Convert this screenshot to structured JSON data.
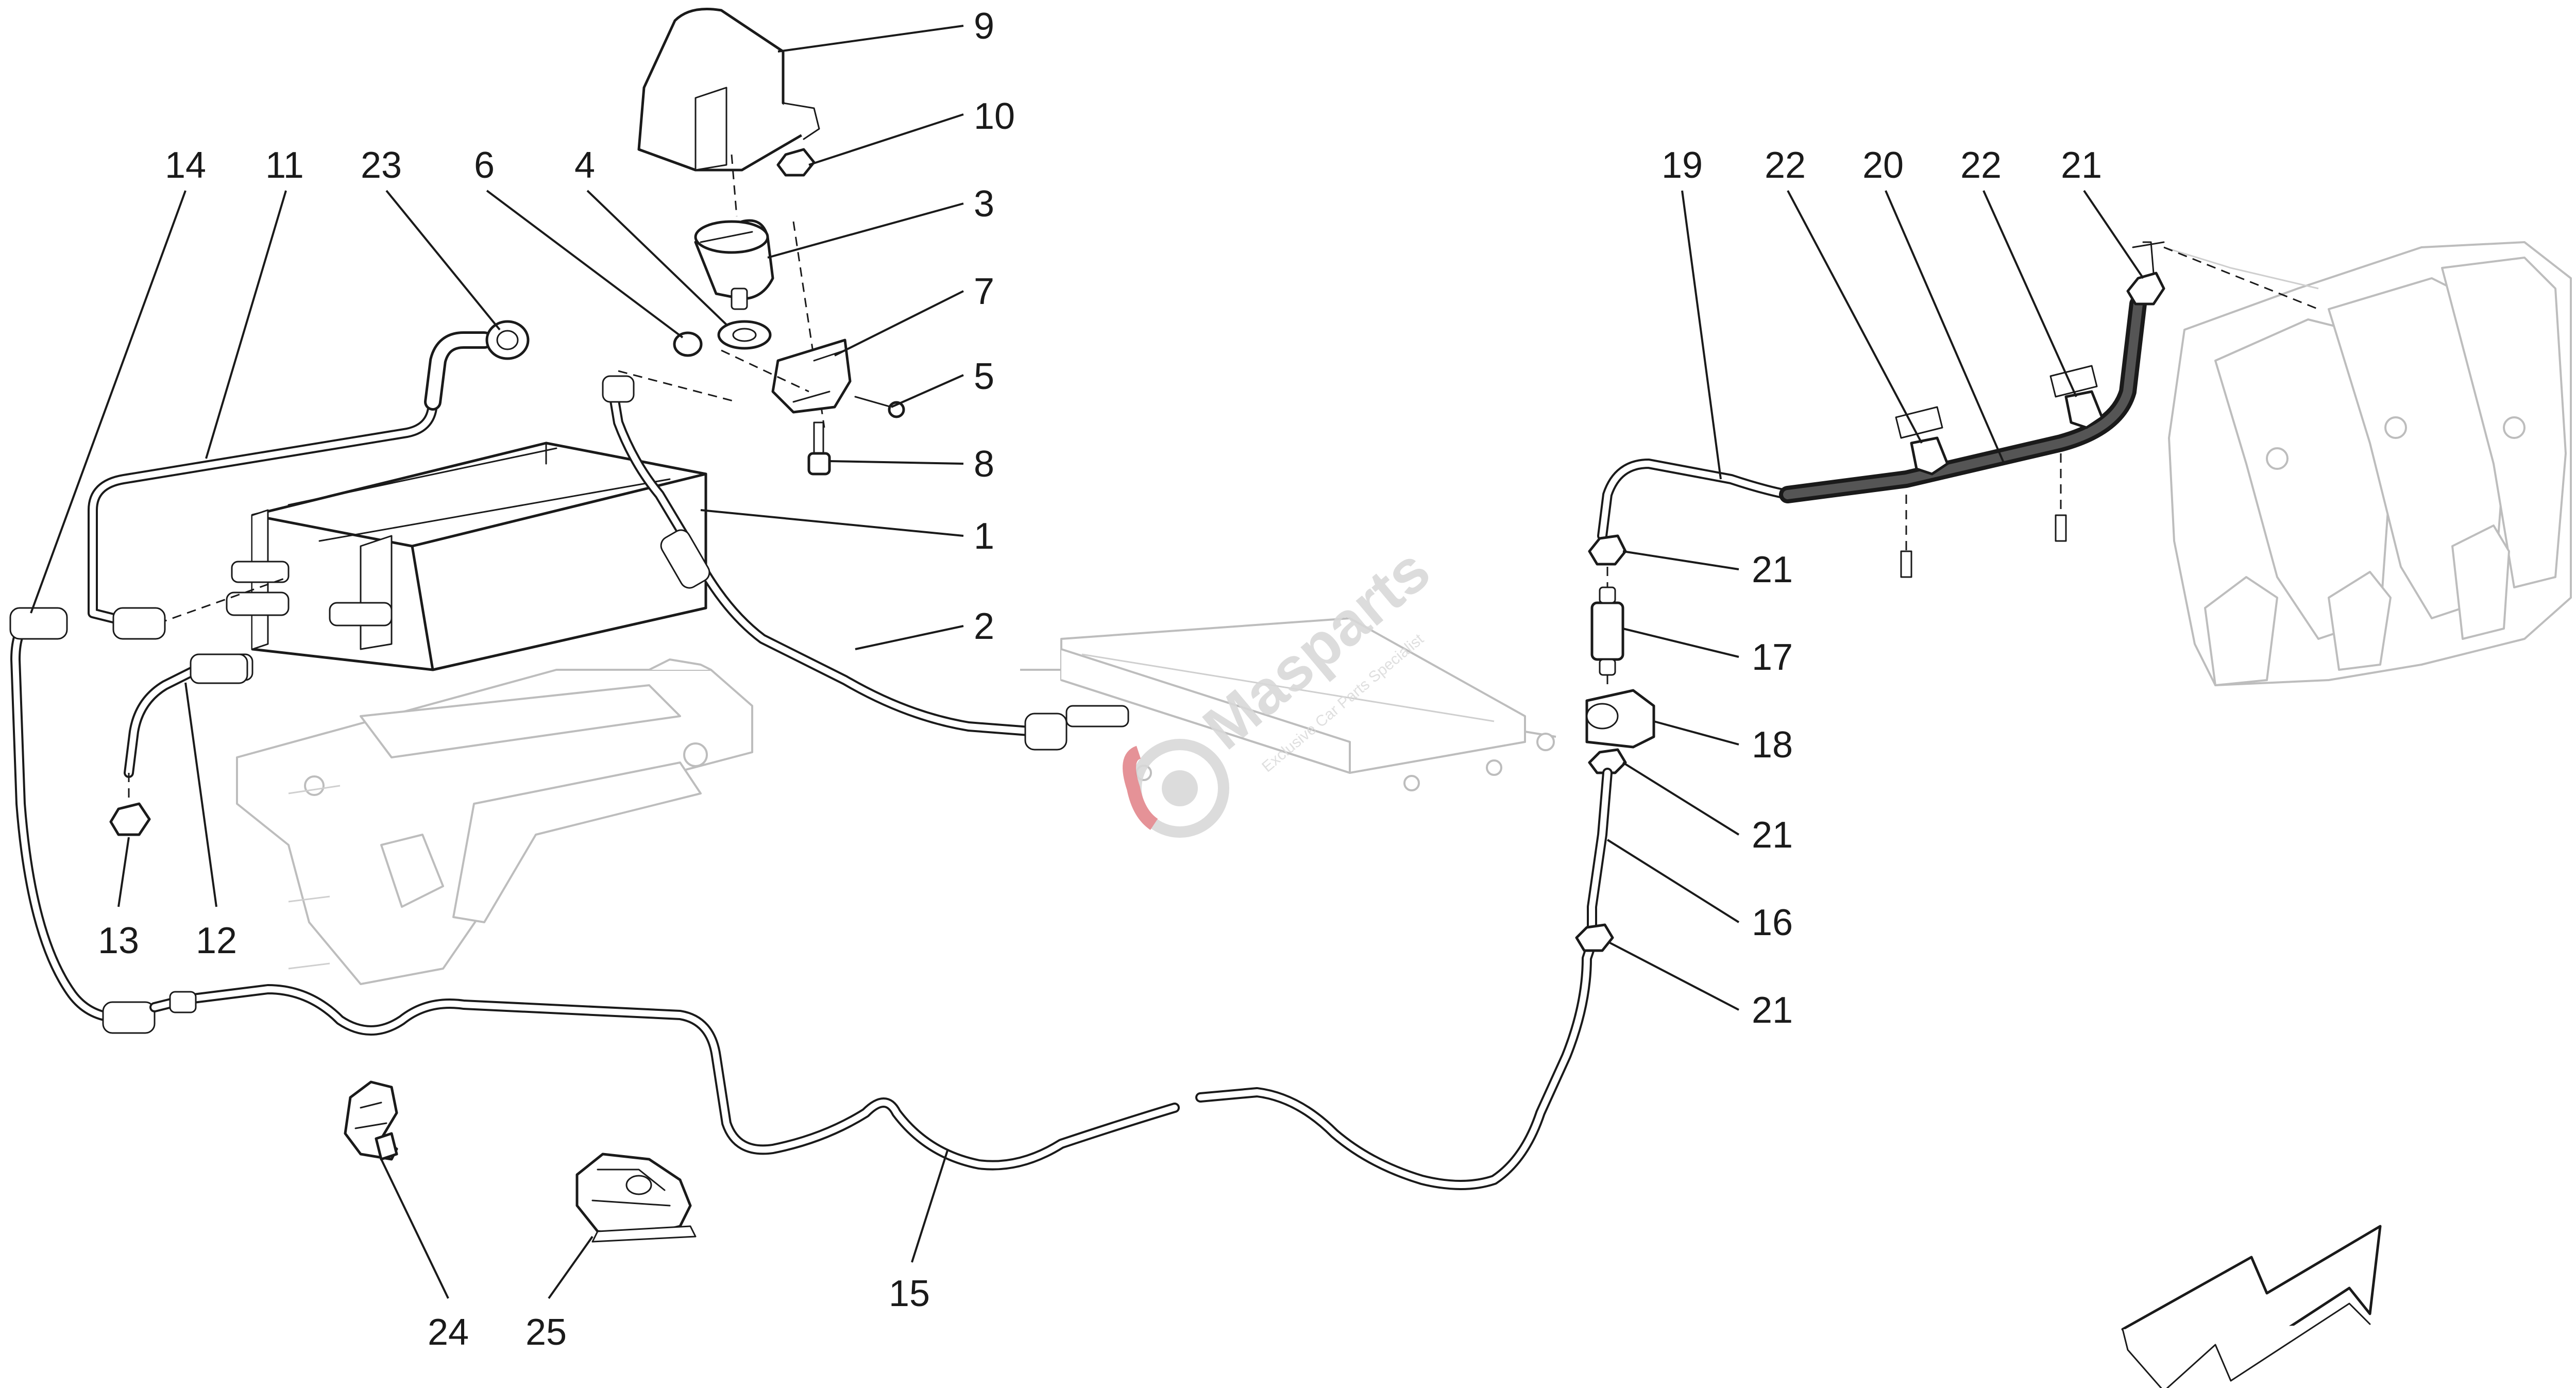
{
  "diagram": {
    "callouts": [
      {
        "id": "9",
        "label": "9"
      },
      {
        "id": "10",
        "label": "10"
      },
      {
        "id": "14",
        "label": "14"
      },
      {
        "id": "11",
        "label": "11"
      },
      {
        "id": "23",
        "label": "23"
      },
      {
        "id": "6",
        "label": "6"
      },
      {
        "id": "4",
        "label": "4"
      },
      {
        "id": "3",
        "label": "3"
      },
      {
        "id": "7",
        "label": "7"
      },
      {
        "id": "5",
        "label": "5"
      },
      {
        "id": "8",
        "label": "8"
      },
      {
        "id": "1",
        "label": "1"
      },
      {
        "id": "2",
        "label": "2"
      },
      {
        "id": "13",
        "label": "13"
      },
      {
        "id": "12",
        "label": "12"
      },
      {
        "id": "19",
        "label": "19"
      },
      {
        "id": "22a",
        "label": "22"
      },
      {
        "id": "20",
        "label": "20"
      },
      {
        "id": "22b",
        "label": "22"
      },
      {
        "id": "21a",
        "label": "21"
      },
      {
        "id": "21b",
        "label": "21"
      },
      {
        "id": "17",
        "label": "17"
      },
      {
        "id": "18",
        "label": "18"
      },
      {
        "id": "21c",
        "label": "21"
      },
      {
        "id": "16",
        "label": "16"
      },
      {
        "id": "21d",
        "label": "21"
      },
      {
        "id": "15",
        "label": "15"
      },
      {
        "id": "24",
        "label": "24"
      },
      {
        "id": "25",
        "label": "25"
      }
    ]
  },
  "watermark": {
    "brand": "Masparts",
    "tagline": "Exclusive Car Parts Specialist"
  },
  "colors": {
    "line": "#1a1a1a",
    "ghost": "#bdbdbd",
    "watermark_red": "#e2868c",
    "watermark_gray": "#d8d8d8"
  }
}
